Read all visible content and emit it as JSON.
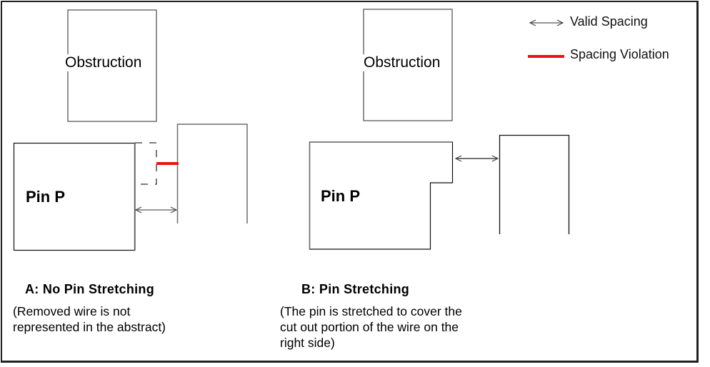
{
  "legend": {
    "valid_spacing": {
      "label": "Valid Spacing",
      "icon": "double-arrow-icon",
      "color": "#555555"
    },
    "spacing_violation": {
      "label": "Spacing Violation",
      "icon": "red-line-icon",
      "color": "#ee1111"
    }
  },
  "panel_a": {
    "obstruction_label": "Obstruction",
    "pin_label": "Pin P",
    "title": "A: No Pin Stretching",
    "description": "(Removed wire is not\nrepresented in the abstract)"
  },
  "panel_b": {
    "obstruction_label": "Obstruction",
    "pin_label": "Pin P",
    "title": "B: Pin Stretching",
    "description": "(The pin is stretched to cover the\ncut out portion of the wire on the\nright side)"
  },
  "colors": {
    "outline": "#6e6e6e",
    "dark_outline": "#111111",
    "violation": "#ee1111"
  }
}
